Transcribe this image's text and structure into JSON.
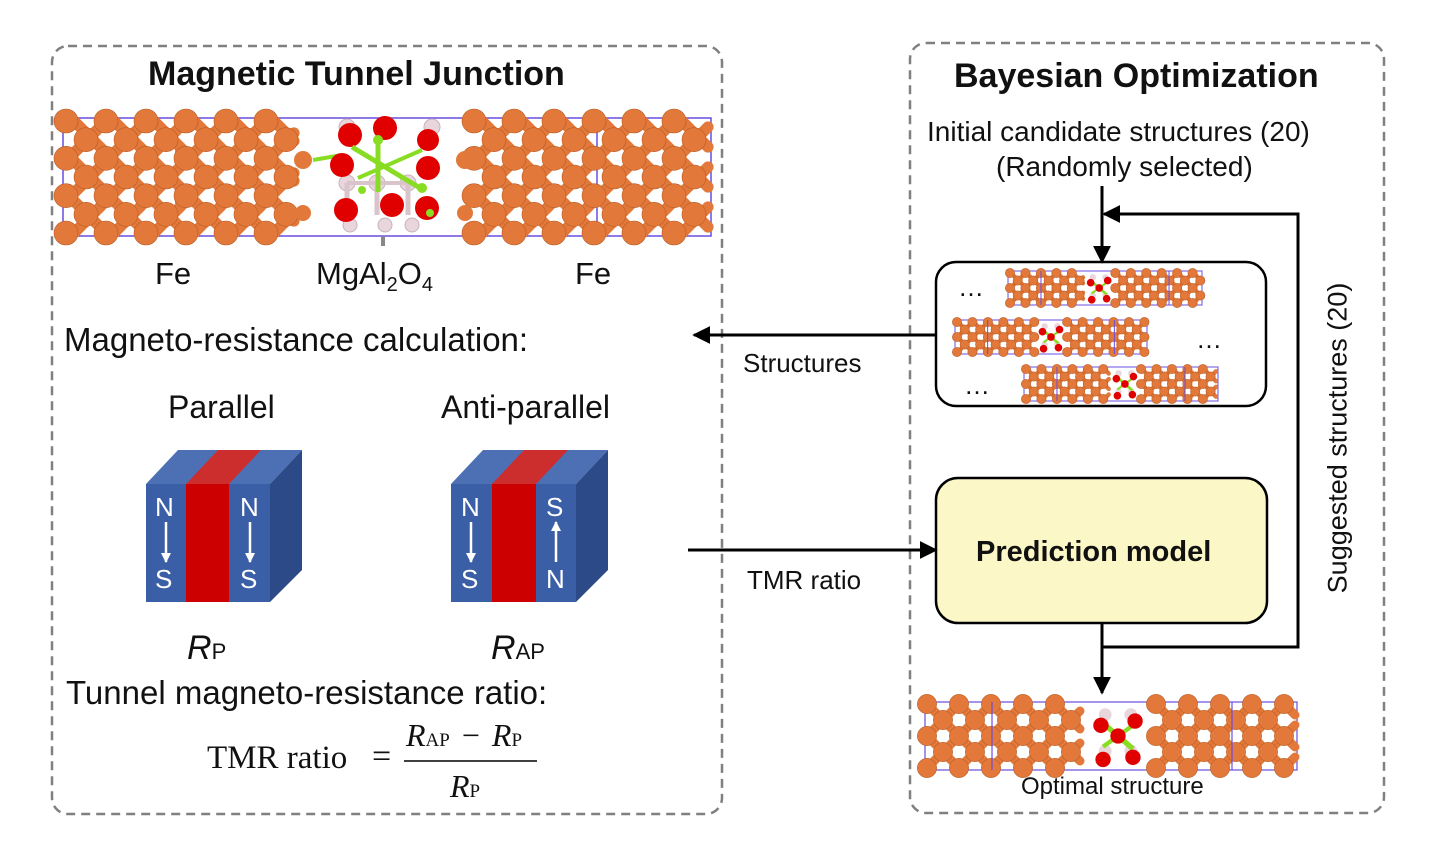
{
  "left_panel": {
    "title": "Magnetic Tunnel Junction",
    "labels": {
      "fe_left": "Fe",
      "barrier_main": "MgAl",
      "sub2": "2",
      "o": "O",
      "sub4": "4",
      "fe_right": "Fe"
    },
    "mr_heading": "Magneto-resistance calculation:",
    "parallel": {
      "title": "Parallel",
      "left_top": "N",
      "left_bottom": "S",
      "right_top": "N",
      "right_bottom": "S",
      "r_main": "R",
      "r_sub": "P"
    },
    "antiparallel": {
      "title": "Anti-parallel",
      "left_top": "N",
      "left_bottom": "S",
      "right_top": "S",
      "right_bottom": "N",
      "r_main": "R",
      "r_sub": "AP"
    },
    "tmr_heading": "Tunnel magneto-resistance ratio:",
    "formula": {
      "lhs": "TMR ratio",
      "eq": "=",
      "num_r1": "R",
      "num_s1": "AP",
      "minus": "−",
      "num_r2": "R",
      "num_s2": "P",
      "den_r": "R",
      "den_s": "P"
    }
  },
  "connectors": {
    "structures": "Structures",
    "tmr": "TMR ratio"
  },
  "right_panel": {
    "title": "Bayesian Optimization",
    "initial_line1": "Initial candidate structures (20)",
    "initial_line2": "(Randomly selected)",
    "ellipsis": "…",
    "model": "Prediction model",
    "loop": "Suggested structures (20)",
    "optimal": "Optimal structure"
  },
  "colors": {
    "iron": "#E2793A",
    "iron_dark": "#B85A24",
    "cell": "#6A4CE0",
    "oxygen": "#E00000",
    "aluminium": "#E8D6DC",
    "magnesium": "#88DD22",
    "magnet_front": "#3B5FA6",
    "magnet_top": "#4D70B5",
    "magnet_side": "#2C4A88",
    "barrier": "#CC0000",
    "model_fill": "#FCF7C6",
    "dash": "#808080"
  }
}
